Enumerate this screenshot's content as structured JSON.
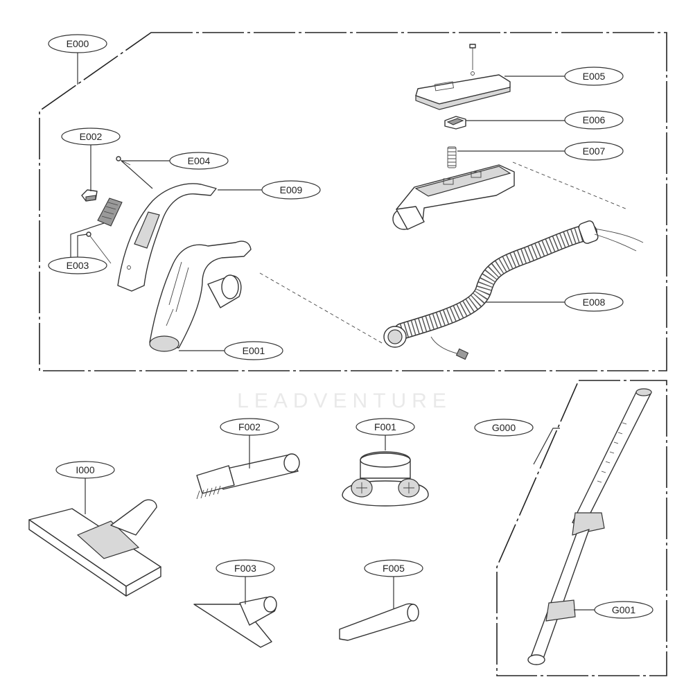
{
  "callouts": [
    {
      "id": "E000",
      "label": "E000"
    },
    {
      "id": "E001",
      "label": "E001"
    },
    {
      "id": "E002",
      "label": "E002"
    },
    {
      "id": "E003",
      "label": "E003"
    },
    {
      "id": "E004",
      "label": "E004"
    },
    {
      "id": "E005",
      "label": "E005"
    },
    {
      "id": "E006",
      "label": "E006"
    },
    {
      "id": "E007",
      "label": "E007"
    },
    {
      "id": "E008",
      "label": "E008"
    },
    {
      "id": "E009",
      "label": "E009"
    },
    {
      "id": "F001",
      "label": "F001"
    },
    {
      "id": "F002",
      "label": "F002"
    },
    {
      "id": "F003",
      "label": "F003"
    },
    {
      "id": "F005",
      "label": "F005"
    },
    {
      "id": "G000",
      "label": "G000"
    },
    {
      "id": "G001",
      "label": "G001"
    },
    {
      "id": "I000",
      "label": "I000"
    }
  ],
  "watermark": "LEADVENTURE"
}
